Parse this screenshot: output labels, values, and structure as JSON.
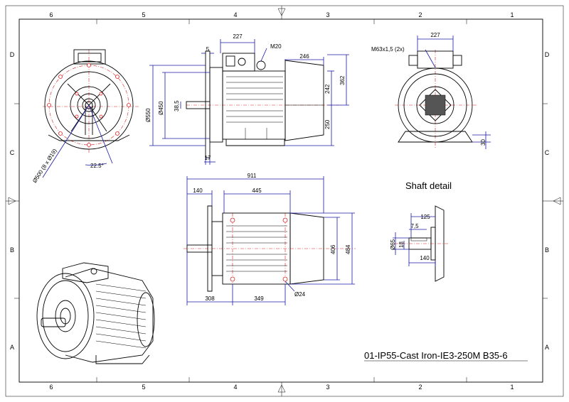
{
  "drawing": {
    "title": "01-IP55-Cast Iron-IE3-250M B35-6",
    "shaft_detail_label": "Shaft detail"
  },
  "frame": {
    "columns": [
      "6",
      "5",
      "4",
      "3",
      "2",
      "1"
    ],
    "rows": [
      "D",
      "C",
      "B",
      "A"
    ]
  },
  "front_view": {
    "bolt_circle": "Ø500 (8 x Ø19)",
    "angle": "22.5°"
  },
  "side_view": {
    "dims": {
      "box_width": "227",
      "gland": "M20",
      "flange_thk": "5",
      "dia_550": "Ø550",
      "dia_450": "Ø450",
      "spigot": "38,5",
      "cover_len": "246",
      "h242": "242",
      "h362": "362",
      "h250": "250",
      "flange_gap": "17"
    }
  },
  "end_view": {
    "box_width": "227",
    "gland": "M63x1,5 (2x)",
    "foot": "30"
  },
  "top_view": {
    "dims": {
      "total": "911",
      "shaft_len": "140",
      "foot_spacing": "445",
      "h406": "406",
      "h484": "484",
      "d308": "308",
      "d349": "349",
      "hole": "Ø24"
    }
  },
  "shaft": {
    "dims": {
      "key_len": "125",
      "key_w": "7,5",
      "dia": "Ø65",
      "key_h": "18",
      "len": "140"
    }
  }
}
